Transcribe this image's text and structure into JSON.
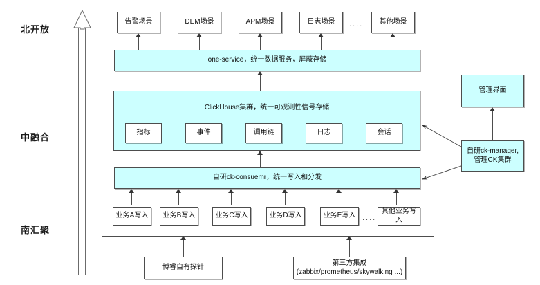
{
  "diagram": {
    "tiers": [
      {
        "label": "北开放"
      },
      {
        "label": "中融合"
      },
      {
        "label": "南汇聚"
      }
    ],
    "scenarios": [
      {
        "label": "告警场景"
      },
      {
        "label": "DEM场景"
      },
      {
        "label": "APM场景"
      },
      {
        "label": "日志场景"
      },
      {
        "label": "其他场景"
      }
    ],
    "scenario_ellipsis": "....",
    "one_service": {
      "label": "one-service，统一数据服务，屏蔽存储"
    },
    "clickhouse": {
      "label": "ClickHouse集群，统一可观测性信号存储",
      "signals": [
        {
          "label": "指标"
        },
        {
          "label": "事件"
        },
        {
          "label": "调用链"
        },
        {
          "label": "日志"
        },
        {
          "label": "会话"
        }
      ]
    },
    "ck_consumer": {
      "label": "自研ck-consuemr，统一写入和分发"
    },
    "writers": [
      {
        "label": "业务A写入"
      },
      {
        "label": "业务B写入"
      },
      {
        "label": "业务C写入"
      },
      {
        "label": "业务D写入"
      },
      {
        "label": "业务E写入"
      },
      {
        "label": "其他业务写入"
      }
    ],
    "writer_ellipsis": "....",
    "sources": [
      {
        "line1": "博睿自有探针",
        "line2": ""
      },
      {
        "line1": "第三方集成",
        "line2": "(zabbix/prometheus/skywalking ...)"
      }
    ],
    "management": {
      "console": {
        "label": "管理界面"
      },
      "ck_manager": {
        "line1": "自研ck-manager,",
        "line2": "管理CK集群"
      }
    },
    "colors": {
      "fill_cyan": "#ccffff",
      "stroke": "#4d4d4d",
      "text": "#111111",
      "background": "#ffffff"
    }
  }
}
